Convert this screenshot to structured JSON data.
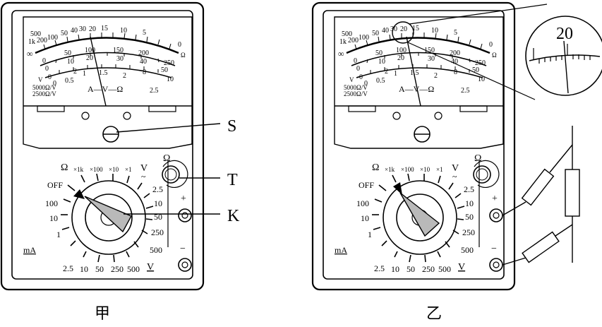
{
  "figure_captions": {
    "left": "甲",
    "right": "乙"
  },
  "scale": {
    "ohm_ticks": [
      "500",
      "1k",
      "200",
      "100",
      "50",
      "40",
      "30",
      "20",
      "15",
      "10",
      "5",
      "0"
    ],
    "ohm_unit": "Ω",
    "infinity": "∞",
    "dc_ticks": [
      "0",
      "50",
      "100",
      "150",
      "200",
      "250"
    ],
    "dc_ticks_small": [
      "0",
      "10",
      "20",
      "30",
      "40",
      "50"
    ],
    "ac_ticks": [
      "0",
      "0.5",
      "1",
      "1.5",
      "2",
      "2.5"
    ],
    "ac_ticks_big": [
      "0",
      "2",
      "4",
      "6",
      "8",
      "10"
    ],
    "tilde": "~",
    "v_mark": "V",
    "sensitivity_1": "5000Ω/V",
    "sensitivity_2": "2500Ω/V",
    "meter_label": "A—V—Ω"
  },
  "dial": {
    "ohm_symbol": "Ω",
    "ohm_ranges": [
      "×1k",
      "×100",
      "×10",
      "×1"
    ],
    "v_ac": "V",
    "v_ac_tilde": "~",
    "off": "OFF",
    "ma_ranges": [
      "100",
      "10",
      "1"
    ],
    "ma_unit": "mA",
    "dc_v_bottom": [
      "2.5",
      "10",
      "50",
      "250",
      "500"
    ],
    "dc_v_unit": "V",
    "ac_v_ranges": [
      "2.5",
      "10",
      "50",
      "250",
      "500"
    ],
    "plus": "+",
    "minus": "−"
  },
  "callouts": {
    "s": "S",
    "t": "T",
    "k": "K"
  },
  "zoom": {
    "value": "20"
  }
}
